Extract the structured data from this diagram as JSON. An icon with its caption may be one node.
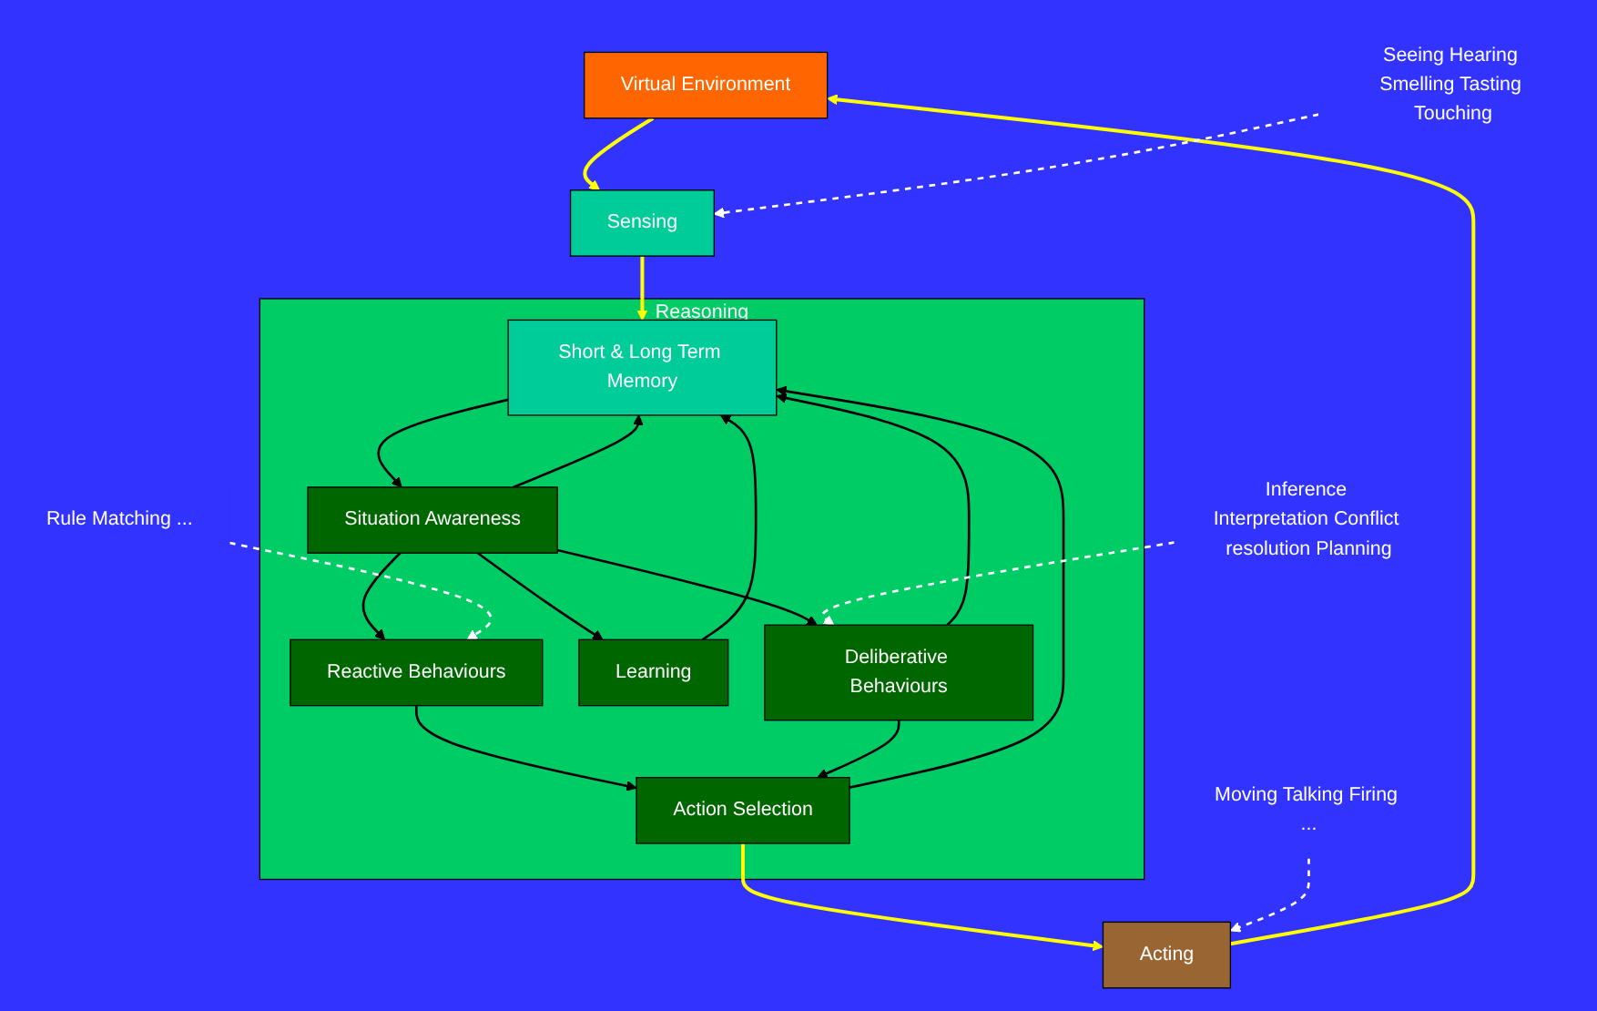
{
  "diagram": {
    "nodes": [
      {
        "text": [
          "Virtual Environment"
        ]
      },
      {
        "text": [
          "Sensing"
        ]
      },
      {
        "text": [
          "Reasoning"
        ]
      },
      {
        "text": [
          "Short & Long Term Memory"
        ],
        "in": 2
      },
      {
        "text": [
          "Situation Awareness"
        ],
        "in": 2
      },
      {
        "text": [
          "Reactive Behaviours"
        ],
        "in": 2
      },
      {
        "text": [
          "Learning"
        ],
        "in": 2
      },
      {
        "text": [
          "Deliberative Behaviours"
        ],
        "in": 2
      },
      {
        "text": [
          "Action Selection"
        ],
        "in": 2
      },
      {
        "text": [
          "Acting"
        ]
      },
      {
        "text": [
          "Seeing Hearing Smelling Tasting Touching"
        ]
      },
      {
        "text": [
          "Moving Talking Firing ..."
        ]
      },
      {
        "text": [
          "Rule Matching ..."
        ]
      },
      {
        "text": [
          "Inference Interpretation Conflict resolution Planning"
        ]
      }
    ],
    "edges": [
      {
        "from": 0,
        "to": 1,
        "arrow": "to",
        "color": "#ffff00"
      },
      {
        "from": 1,
        "to": 3,
        "arrow": "to",
        "color": "#ffff00"
      },
      {
        "from": 3,
        "to": 4,
        "arrow": "to"
      },
      {
        "from": 4,
        "to": 5,
        "arrow": "to"
      },
      {
        "from": 4,
        "to": 6,
        "arrow": "to"
      },
      {
        "from": 4,
        "to": 7,
        "arrow": "to"
      },
      {
        "from": 5,
        "to": 8,
        "arrow": "to"
      },
      {
        "from": 7,
        "to": 8,
        "arrow": "to"
      },
      {
        "from": 4,
        "to": 3,
        "arrow": "to"
      },
      {
        "from": 6,
        "to": 3,
        "arrow": "to"
      },
      {
        "from": 7,
        "to": 3,
        "arrow": "to"
      },
      {
        "from": 8,
        "to": 3,
        "arrow": "to"
      },
      {
        "from": 8,
        "to": 9,
        "arrow": "to",
        "color": "#ffff00"
      },
      {
        "from": 9,
        "to": 0,
        "arrow": "to",
        "color": "#ffff00"
      },
      {
        "from": 10,
        "to": 1,
        "arrow": "to",
        "style": "dashed",
        "color": "#ffffff"
      },
      {
        "from": 11,
        "to": 9,
        "arrow": "to",
        "style": "dashed",
        "color": "#ffffff"
      },
      {
        "from": 12,
        "to": 5,
        "arrow": "to",
        "style": "dashed",
        "color": "#ffffff"
      },
      {
        "from": 13,
        "to": 7,
        "arrow": "to",
        "style": "dashed",
        "color": "#ffffff"
      }
    ]
  }
}
